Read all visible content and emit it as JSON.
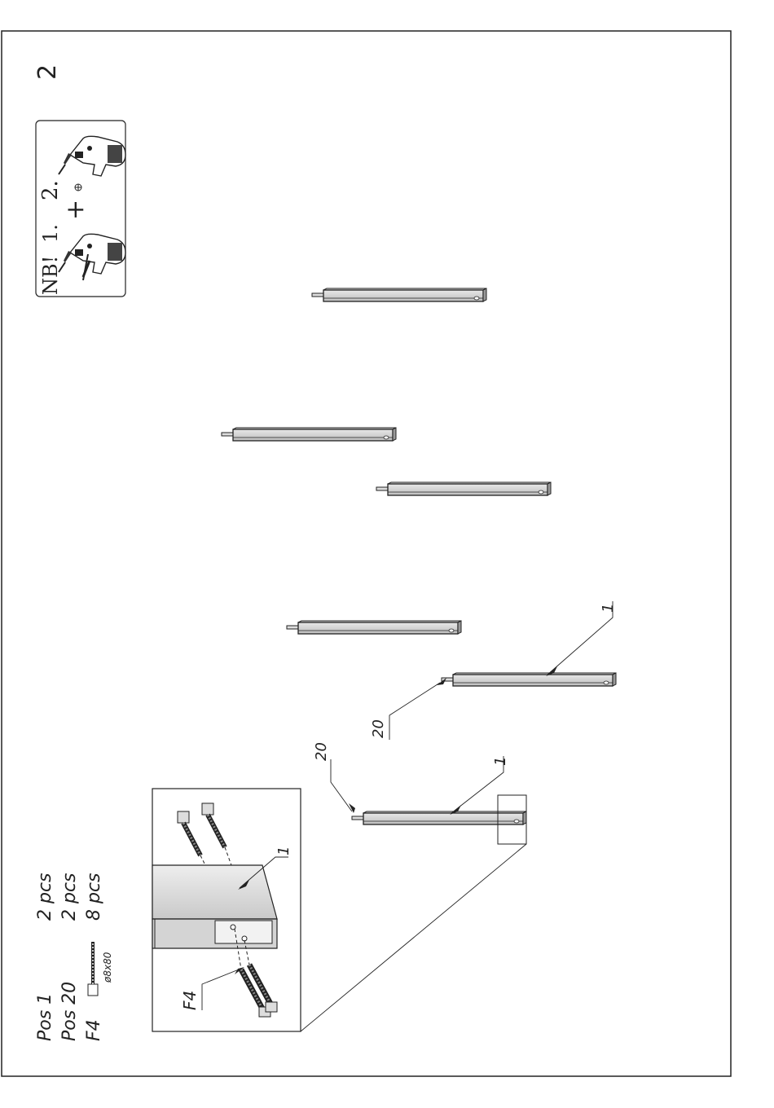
{
  "step_number": "2",
  "note": {
    "prefix": "NB!",
    "step1": "1.",
    "plus": "+",
    "step2": "2."
  },
  "callouts": {
    "part1": "1",
    "part20": "20",
    "fixing": "F4"
  },
  "parts_list": [
    {
      "pos": "Pos 1",
      "qty": "2 pcs"
    },
    {
      "pos": "Pos 20",
      "qty": "2 pcs"
    },
    {
      "pos": "F4",
      "qty": "8 pcs"
    }
  ],
  "screw_size": "ø8x80"
}
